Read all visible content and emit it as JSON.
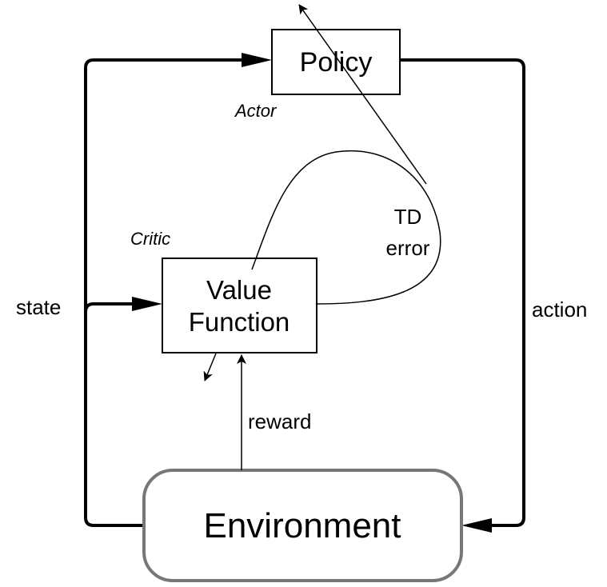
{
  "nodes": {
    "policy": "Policy",
    "value_line1": "Value",
    "value_line2": "Function",
    "environment": "Environment"
  },
  "roles": {
    "actor": "Actor",
    "critic": "Critic"
  },
  "edges": {
    "state": "state",
    "action": "action",
    "reward": "reward",
    "td_line1": "TD",
    "td_line2": "error"
  }
}
